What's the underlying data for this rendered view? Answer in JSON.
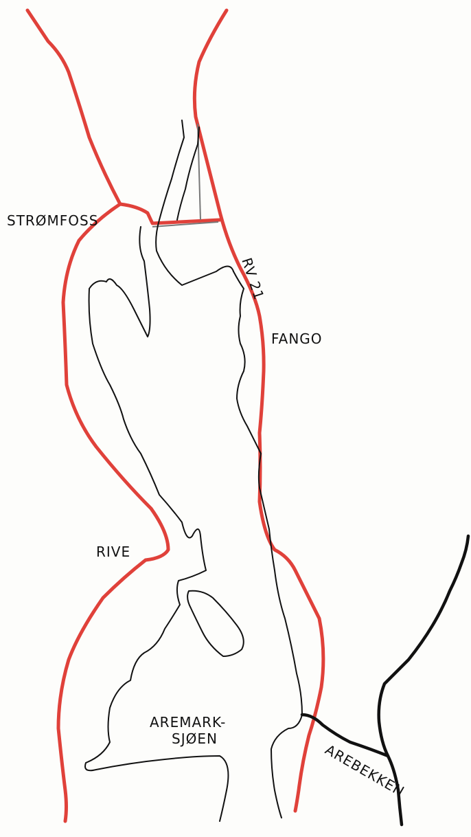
{
  "map": {
    "labels": {
      "stromfoss": "STRØMFOSS",
      "rv21": "RV 21",
      "fango": "FANGO",
      "rive": "RIVE",
      "lake_line1": "ARЕMARK-",
      "lake_line2": "SJØEN",
      "river": "ARЕBEKKEN"
    },
    "colors": {
      "road": "#e0413a",
      "water_outline": "#111111",
      "background": "#fdfdfb"
    }
  }
}
